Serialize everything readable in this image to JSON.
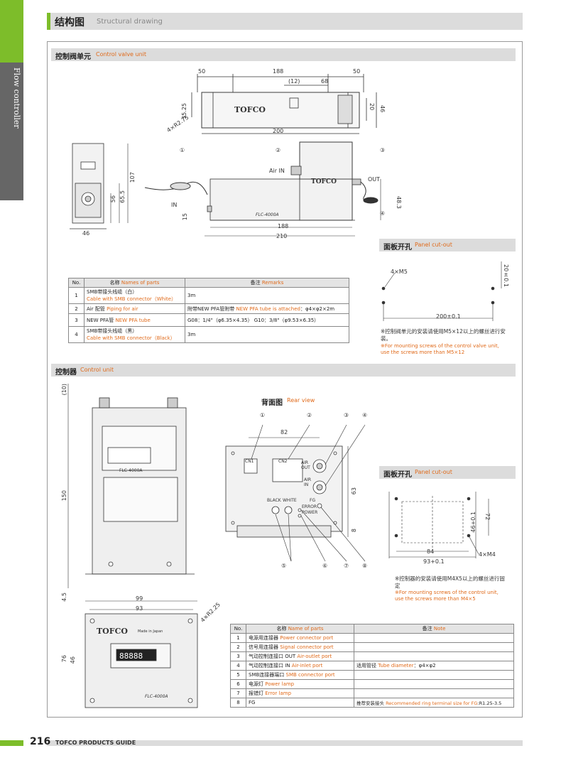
{
  "side_tab": "Flow controller",
  "header": {
    "title_zh": "结构图",
    "title_en": "Structural drawing"
  },
  "sections": {
    "valve": {
      "zh": "控制阀单元",
      "en": "Control valve unit"
    },
    "valve_cutout": {
      "zh": "面板开孔",
      "en": "Panel cut-out"
    },
    "control": {
      "zh": "控制器",
      "en": "Control unit"
    },
    "rear": {
      "zh": "背面图",
      "en": "Rear view"
    },
    "control_cutout": {
      "zh": "面板开孔",
      "en": "Panel cut-out"
    }
  },
  "valve_top_dims": {
    "d50a": "50",
    "d188": "188",
    "d50b": "50",
    "d12": "(12)",
    "d68": "68",
    "d35": "35.25",
    "d20": "20",
    "d46": "46",
    "d200": "200",
    "d4x": "4×R2.75"
  },
  "valve_side_dims": {
    "d107": "107",
    "d65": "65.5",
    "d56": "56",
    "d46": "46",
    "d15": "15",
    "d188": "188",
    "d210": "210",
    "d48": "48.3"
  },
  "valve_labels": {
    "c1": "①",
    "c2": "②",
    "c3": "③",
    "c4": "④",
    "air_in": "Air IN",
    "out": "OUT",
    "in": "IN"
  },
  "valve_cutout": {
    "screw": "4×M5",
    "d20": "20±0.1",
    "d200": "200±0.1",
    "note_zh": "※控制阀单元的安装请使用M5×12以上的螺丝进行安装。",
    "note_en": "※For mounting screws of the control valve unit, use the screws more than M5×12"
  },
  "valve_table": {
    "headers": {
      "no": "No.",
      "name_zh": "名称",
      "name_en": "Names of parts",
      "remark_zh": "备注",
      "remark_en": "Remarks"
    },
    "rows": [
      {
        "no": "1",
        "zh": "SMB带接头线缆（白）",
        "en": "Cable with SMB connector（White）",
        "remark": "3m"
      },
      {
        "no": "2",
        "zh": "Air 配管",
        "en": "Piping for air",
        "remark_zh": "附带NEW PFA管附带",
        "remark_en": "NEW PFA tube is attached",
        "remark_tail": "：φ4×φ2×2m"
      },
      {
        "no": "3",
        "zh": "NEW PFA管",
        "en": "NEW PFA tube",
        "remark": "G08：1/4\"（φ6.35×4.35） G10：3/8\"（φ9.53×6.35）"
      },
      {
        "no": "4",
        "zh": "SMB带接头线缆（黑）",
        "en": "Cable with SMB connector（Black）",
        "remark": "3m"
      }
    ]
  },
  "control_dims": {
    "d10": "(10)",
    "d150": "150",
    "d45": "4.5",
    "d99": "99",
    "d93": "93",
    "d76": "76",
    "d46": "46",
    "d4x": "4×R2.25"
  },
  "rear_view": {
    "c1": "①",
    "c2": "②",
    "c3": "③",
    "c4": "④",
    "c5": "⑤",
    "c6": "⑥",
    "c7": "⑦",
    "c8": "⑧",
    "d82": "82",
    "d63": "63",
    "d8": "8",
    "cn1": "CN1",
    "cn2": "CN2",
    "air_out": "AIR OUT",
    "air_in": "AIR IN",
    "black": "BLACK",
    "white": "WHITE",
    "fg": "FG",
    "error": "ERROR",
    "power": "POWER"
  },
  "control_cutout": {
    "d46": "46+0.1",
    "d72": "72",
    "d84": "84",
    "d93": "93+0.1",
    "screw": "4×M4",
    "note_zh": "※控制器的安装请使用M4X5以上的螺丝进行固定",
    "note_en": "※For mounting screws of the control unit, use the screws more than M4×5"
  },
  "control_table": {
    "headers": {
      "no": "No.",
      "name_zh": "名称",
      "name_en": "Name of parts",
      "note_zh": "备注",
      "note_en": "Note"
    },
    "rows": [
      {
        "no": "1",
        "zh": "电源用连接器",
        "en": "Power connector port",
        "note": ""
      },
      {
        "no": "2",
        "zh": "信号用连接器",
        "en": "Signal connector port",
        "note": ""
      },
      {
        "no": "3",
        "zh": "气动控制连接口 OUT",
        "en": "Air-outlet port",
        "note": ""
      },
      {
        "no": "4",
        "zh": "气动控制连接口 IN",
        "en": "Air-inlet port",
        "note_zh": "适用管径",
        "note_en": "Tube diameter",
        "note_tail": "：φ4×φ2"
      },
      {
        "no": "5",
        "zh": "SMB连接器端口",
        "en": "SMB connector port",
        "note": ""
      },
      {
        "no": "6",
        "zh": "电源灯",
        "en": "Power lamp",
        "note": ""
      },
      {
        "no": "7",
        "zh": "报错灯",
        "en": "Error lamp",
        "note": ""
      },
      {
        "no": "8",
        "zh": "FG",
        "en": "",
        "note_zh": "推荐安装接头",
        "note_en": "Recommended ring terminal size for FG",
        "note_tail": ":R1.25-3.5"
      }
    ]
  },
  "footer": {
    "page": "216",
    "guide": "TOFCO PRODUCTS GUIDE"
  },
  "brand": {
    "logo": "TOFCO",
    "panel_text": "FLC-4000A",
    "made_in": "Made in Japan",
    "display": "88888"
  },
  "colors": {
    "green": "#7dbd2a",
    "gray": "#666666",
    "orange": "#e06a1a"
  }
}
